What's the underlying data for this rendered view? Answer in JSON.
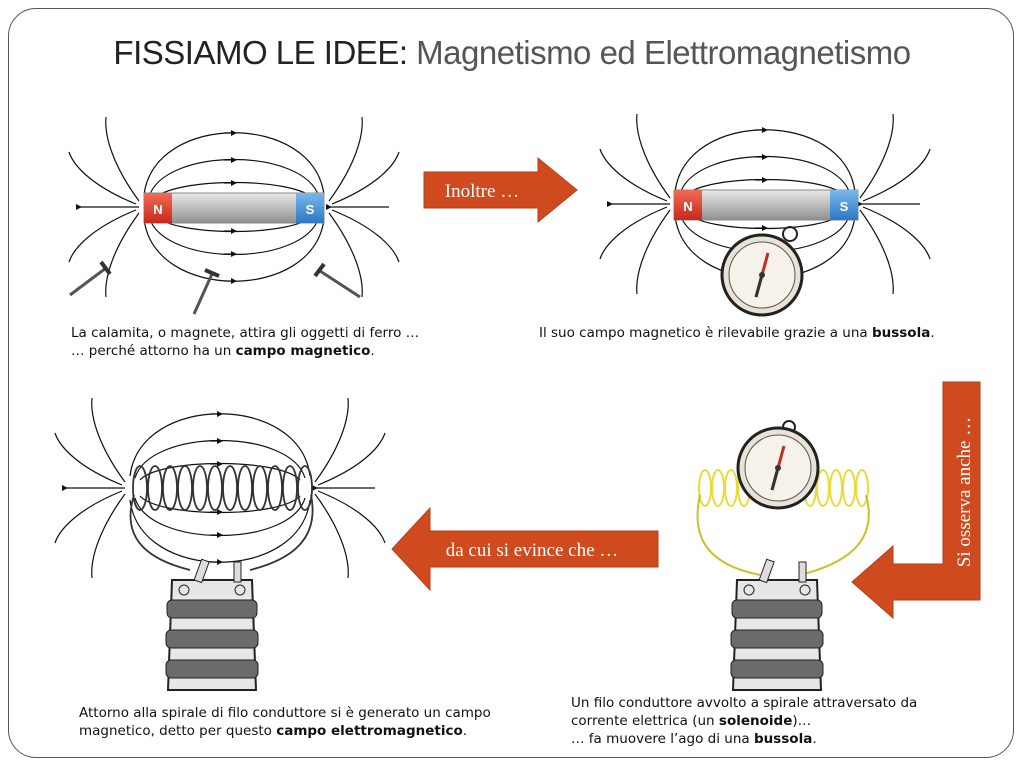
{
  "title": {
    "part1": "FISSIAMO LE IDEE:",
    "part2": " Magnetismo ed Elettromagnetismo"
  },
  "magnet": {
    "north": "N",
    "south": "S"
  },
  "arrows": {
    "right": "Inoltre …",
    "left": "da cui si evince che …",
    "vertical": "Si osserva anche …"
  },
  "captions": {
    "top_left": {
      "line1": "La calamita, o magnete, attira gli oggetti di ferro …",
      "line2_pre": "… perché attorno ha un ",
      "line2_bold": "campo magnetico",
      "line2_post": "."
    },
    "top_right": {
      "pre": "Il suo campo magnetico è rilevabile grazie a una ",
      "bold": "bussola",
      "post": "."
    },
    "bottom_left": {
      "line1": "Attorno alla spirale di filo conduttore si è generato un campo",
      "line2_pre": "magnetico, detto per questo ",
      "line2_bold": "campo elettromagnetico",
      "line2_post": "."
    },
    "bottom_right": {
      "line1": "Un filo conduttore avvolto a spirale attraversato da",
      "line2_pre": "corrente elettrica (un ",
      "line2_bold": "solenoide",
      "line2_post": ")…",
      "line3_pre": "… fa muovere l’ago di una ",
      "line3_bold": "bussola",
      "line3_post": "."
    }
  },
  "colors": {
    "arrow_fill": "#d04a1f",
    "north_pole": "#e03a2a",
    "south_pole": "#3f8fd6",
    "bar_gray": "#bdbdbd",
    "coil_yellow": "#e6dc3a"
  }
}
